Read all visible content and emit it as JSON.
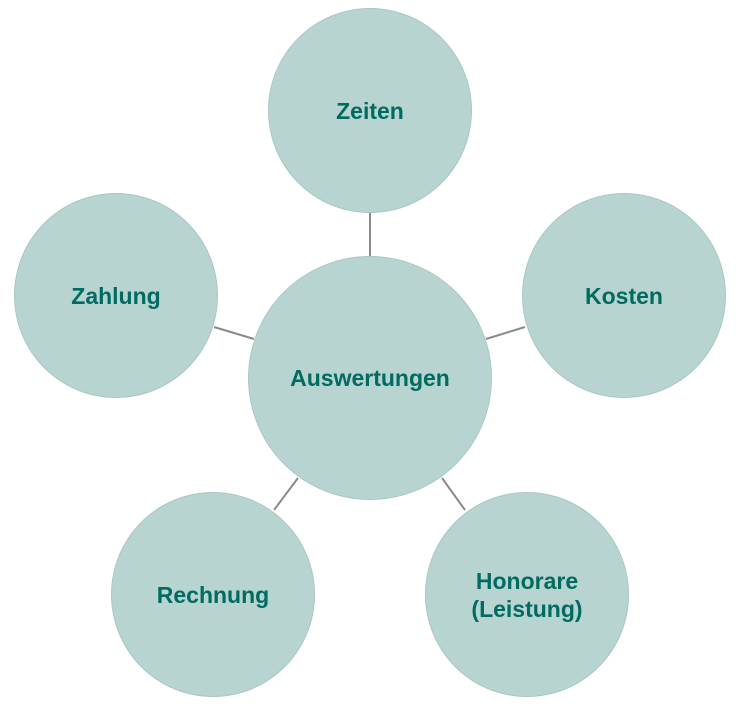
{
  "colors": {
    "node_fill": "#b8d4d1",
    "label_text": "#006b60",
    "connector": "#8a8a8a"
  },
  "center": {
    "label": "Auswertungen"
  },
  "satellites": [
    {
      "id": "zeiten",
      "label": "Zeiten"
    },
    {
      "id": "kosten",
      "label": "Kosten"
    },
    {
      "id": "honorare",
      "label": "Honorare\n(Leistung)"
    },
    {
      "id": "rechnung",
      "label": "Rechnung"
    },
    {
      "id": "zahlung",
      "label": "Zahlung"
    }
  ]
}
